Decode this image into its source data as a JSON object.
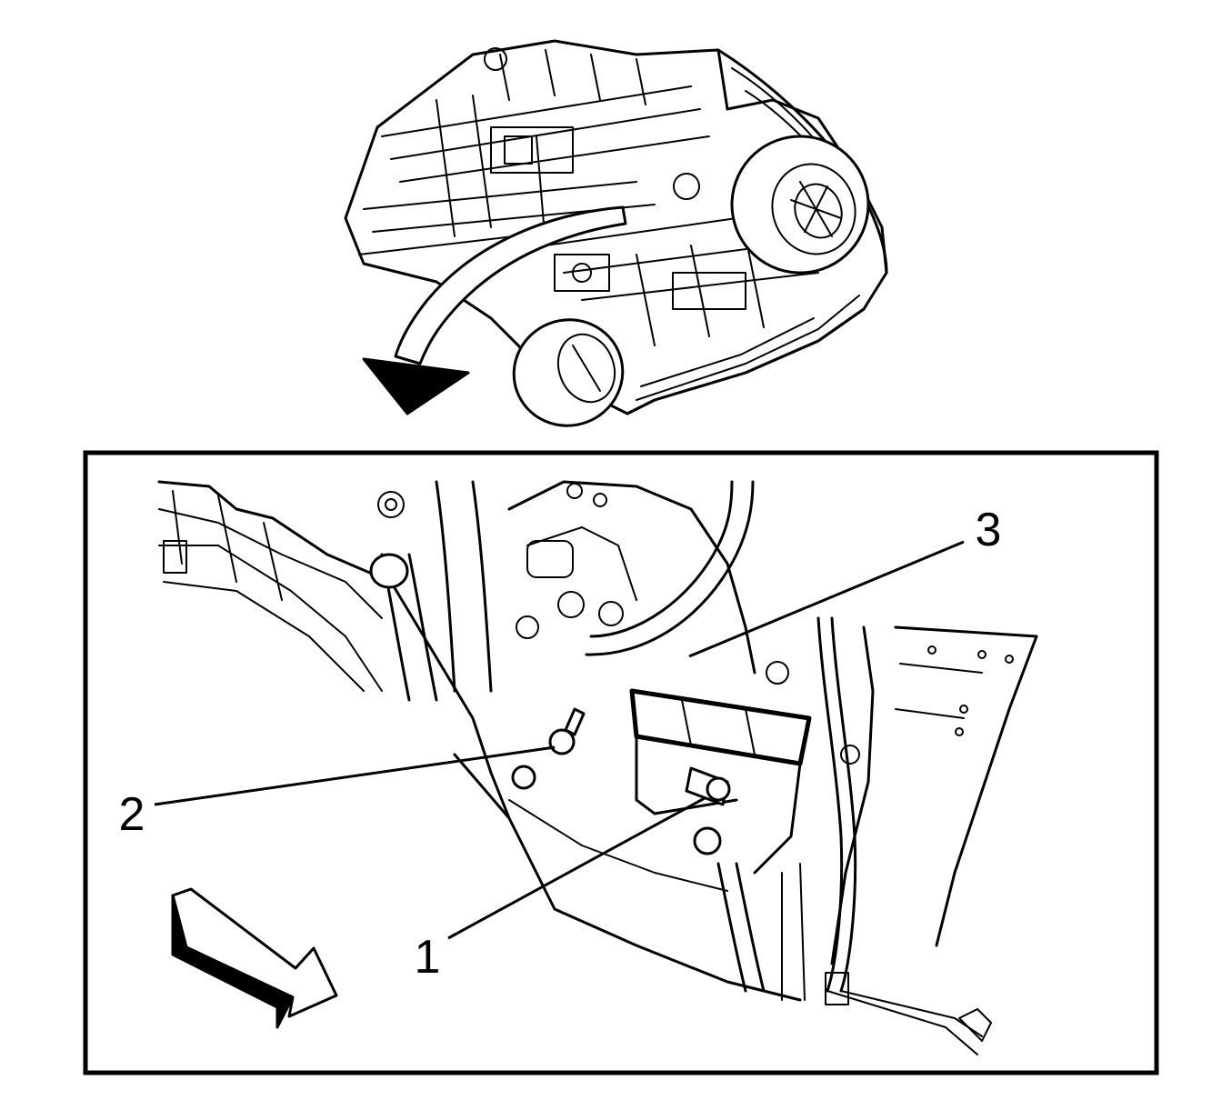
{
  "colors": {
    "ink": "#000000",
    "paper": "#ffffff"
  },
  "callouts": [
    {
      "id": "1",
      "label": "1"
    },
    {
      "id": "2",
      "label": "2"
    },
    {
      "id": "3",
      "label": "3"
    }
  ],
  "icons": {
    "view_arrow": "curved-arrow-icon",
    "direction_arrow": "direction-arrow-icon"
  }
}
